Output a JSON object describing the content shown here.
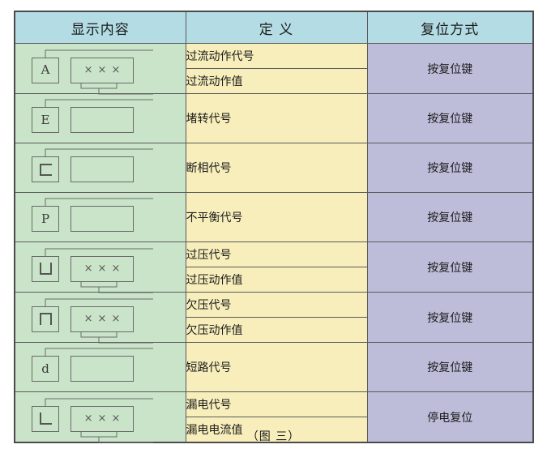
{
  "figure": {
    "caption": "（图 三）"
  },
  "table": {
    "headers": [
      {
        "label": "显示内容",
        "name": "display-content"
      },
      {
        "label": "定 义",
        "name": "definition"
      },
      {
        "label": "复位方式",
        "name": "reset-method"
      }
    ],
    "rows": [
      {
        "id": "row-overcurrent",
        "glyph": "A",
        "glyph_kind": "text",
        "value_box": "xxx",
        "connector": "both",
        "definitions": [
          "过流动作代号",
          "过流动作值"
        ],
        "reset": "按复位键"
      },
      {
        "id": "row-stall",
        "glyph": "E",
        "glyph_kind": "text",
        "value_box": "empty",
        "connector": "top",
        "definitions": [
          "堵转代号"
        ],
        "reset": "按复位键"
      },
      {
        "id": "row-phase-loss",
        "glyph": "c",
        "glyph_kind": "shape-c",
        "value_box": "empty",
        "connector": "top",
        "definitions": [
          "断相代号"
        ],
        "reset": "按复位键"
      },
      {
        "id": "row-unbalance",
        "glyph": "P",
        "glyph_kind": "text",
        "value_box": "empty",
        "connector": "top",
        "definitions": [
          "不平衡代号"
        ],
        "reset": "按复位键"
      },
      {
        "id": "row-overvoltage",
        "glyph": "⊔",
        "glyph_kind": "shape-u",
        "value_box": "xxx",
        "connector": "both",
        "definitions": [
          "过压代号",
          "过压动作值"
        ],
        "reset": "按复位键"
      },
      {
        "id": "row-undervoltage",
        "glyph": "∩",
        "glyph_kind": "shape-n",
        "value_box": "xxx",
        "connector": "both",
        "definitions": [
          "欠压代号",
          "欠压动作值"
        ],
        "reset": "按复位键"
      },
      {
        "id": "row-short-circuit",
        "glyph": "d",
        "glyph_kind": "text",
        "value_box": "empty",
        "connector": "top",
        "definitions": [
          "短路代号"
        ],
        "reset": "按复位键"
      },
      {
        "id": "row-leakage",
        "glyph": "L",
        "glyph_kind": "shape-l",
        "value_box": "xxx",
        "connector": "both",
        "definitions": [
          "漏电代号",
          "漏电电流值"
        ],
        "reset": "停电复位"
      }
    ],
    "value_mark": "×",
    "value_mark_count": 3
  },
  "colors": {
    "header_bg": "#b3dce4",
    "display_bg": "#c9e4c9",
    "definition_bg": "#f7eebb",
    "reset_bg": "#bdbdda",
    "border": "#5b5b5b",
    "outer_border": "#4a4a4a"
  }
}
